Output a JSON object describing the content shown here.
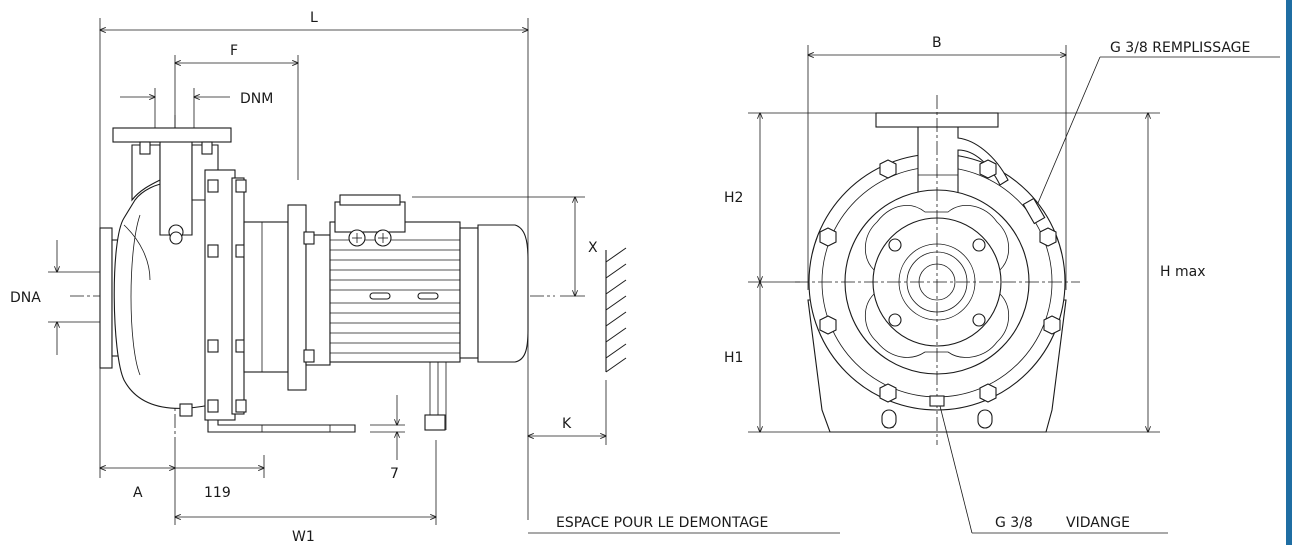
{
  "side_view": {
    "labels": {
      "L": "L",
      "F": "F",
      "DNM": "DNM",
      "DNA": "DNA",
      "X": "X",
      "K": "K",
      "A": "A",
      "dim_119": "119",
      "dim_7": "7",
      "W1": "W1",
      "disassembly": "ESPACE POUR LE DEMONTAGE"
    }
  },
  "front_view": {
    "labels": {
      "B": "B",
      "fill_port": "G 3/8 REMPLISSAGE",
      "H2": "H2",
      "H1": "H1",
      "H_max": "H max",
      "drain_size": "G 3/8",
      "drain": "VIDANGE"
    }
  },
  "colors": {
    "line": "#1a1a1a",
    "accent_bar": "#1f6ea3"
  }
}
